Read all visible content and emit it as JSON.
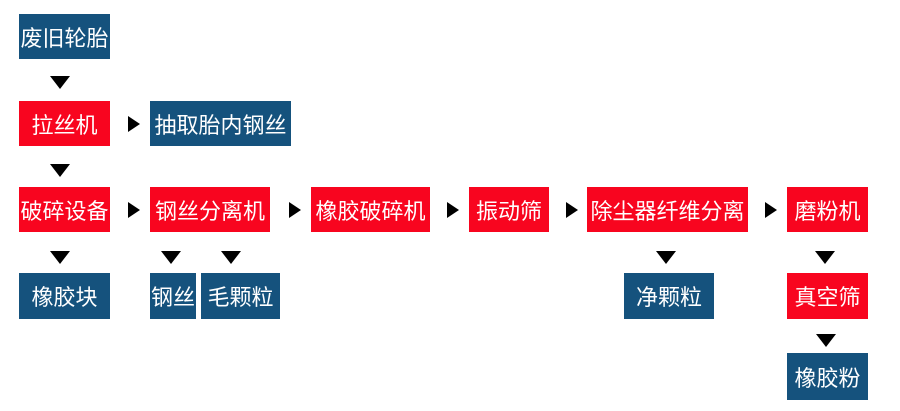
{
  "colors": {
    "node_red": "#f8051f",
    "node_blue": "#15527d",
    "arrow_blue": "#15527d",
    "text_white": "#ffffff",
    "bg": "#ffffff"
  },
  "diagram_type": "flowchart",
  "nodes": {
    "waste_tires": {
      "label": "废旧轮胎",
      "color": "blue"
    },
    "wire_drawing_machine": {
      "label": "拉丝机",
      "color": "red"
    },
    "extract_inner_steel_wire": {
      "label": "抽取胎内钢丝",
      "color": "blue"
    },
    "crushing_equipment": {
      "label": "破碎设备",
      "color": "red"
    },
    "steel_wire_separator": {
      "label": "钢丝分离机",
      "color": "red"
    },
    "rubber_crusher": {
      "label": "橡胶破碎机",
      "color": "red"
    },
    "vibrating_screen": {
      "label": "振动筛",
      "color": "red"
    },
    "dust_collector_fiber_separation": {
      "label": "除尘器纤维分离",
      "color": "red"
    },
    "grinding_machine": {
      "label": "磨粉机",
      "color": "red"
    },
    "rubber_block": {
      "label": "橡胶块",
      "color": "blue"
    },
    "steel_wire": {
      "label": "钢丝",
      "color": "blue"
    },
    "hairy_granules": {
      "label": "毛颗粒",
      "color": "blue"
    },
    "clean_granules": {
      "label": "净颗粒",
      "color": "blue"
    },
    "vacuum_screen": {
      "label": "真空筛",
      "color": "red"
    },
    "rubber_powder": {
      "label": "橡胶粉",
      "color": "blue"
    }
  },
  "edges": [
    {
      "from": "waste_tires",
      "to": "wire_drawing_machine",
      "direction": "down"
    },
    {
      "from": "wire_drawing_machine",
      "to": "extract_inner_steel_wire",
      "direction": "right"
    },
    {
      "from": "wire_drawing_machine",
      "to": "crushing_equipment",
      "direction": "down"
    },
    {
      "from": "crushing_equipment",
      "to": "steel_wire_separator",
      "direction": "right"
    },
    {
      "from": "crushing_equipment",
      "to": "rubber_block",
      "direction": "down"
    },
    {
      "from": "steel_wire_separator",
      "to": "steel_wire",
      "direction": "down"
    },
    {
      "from": "steel_wire_separator",
      "to": "hairy_granules",
      "direction": "down"
    },
    {
      "from": "steel_wire_separator",
      "to": "rubber_crusher",
      "direction": "right"
    },
    {
      "from": "rubber_crusher",
      "to": "vibrating_screen",
      "direction": "right"
    },
    {
      "from": "vibrating_screen",
      "to": "dust_collector_fiber_separation",
      "direction": "right"
    },
    {
      "from": "dust_collector_fiber_separation",
      "to": "clean_granules",
      "direction": "down"
    },
    {
      "from": "dust_collector_fiber_separation",
      "to": "grinding_machine",
      "direction": "right"
    },
    {
      "from": "grinding_machine",
      "to": "vacuum_screen",
      "direction": "down"
    },
    {
      "from": "vacuum_screen",
      "to": "rubber_powder",
      "direction": "down"
    }
  ]
}
